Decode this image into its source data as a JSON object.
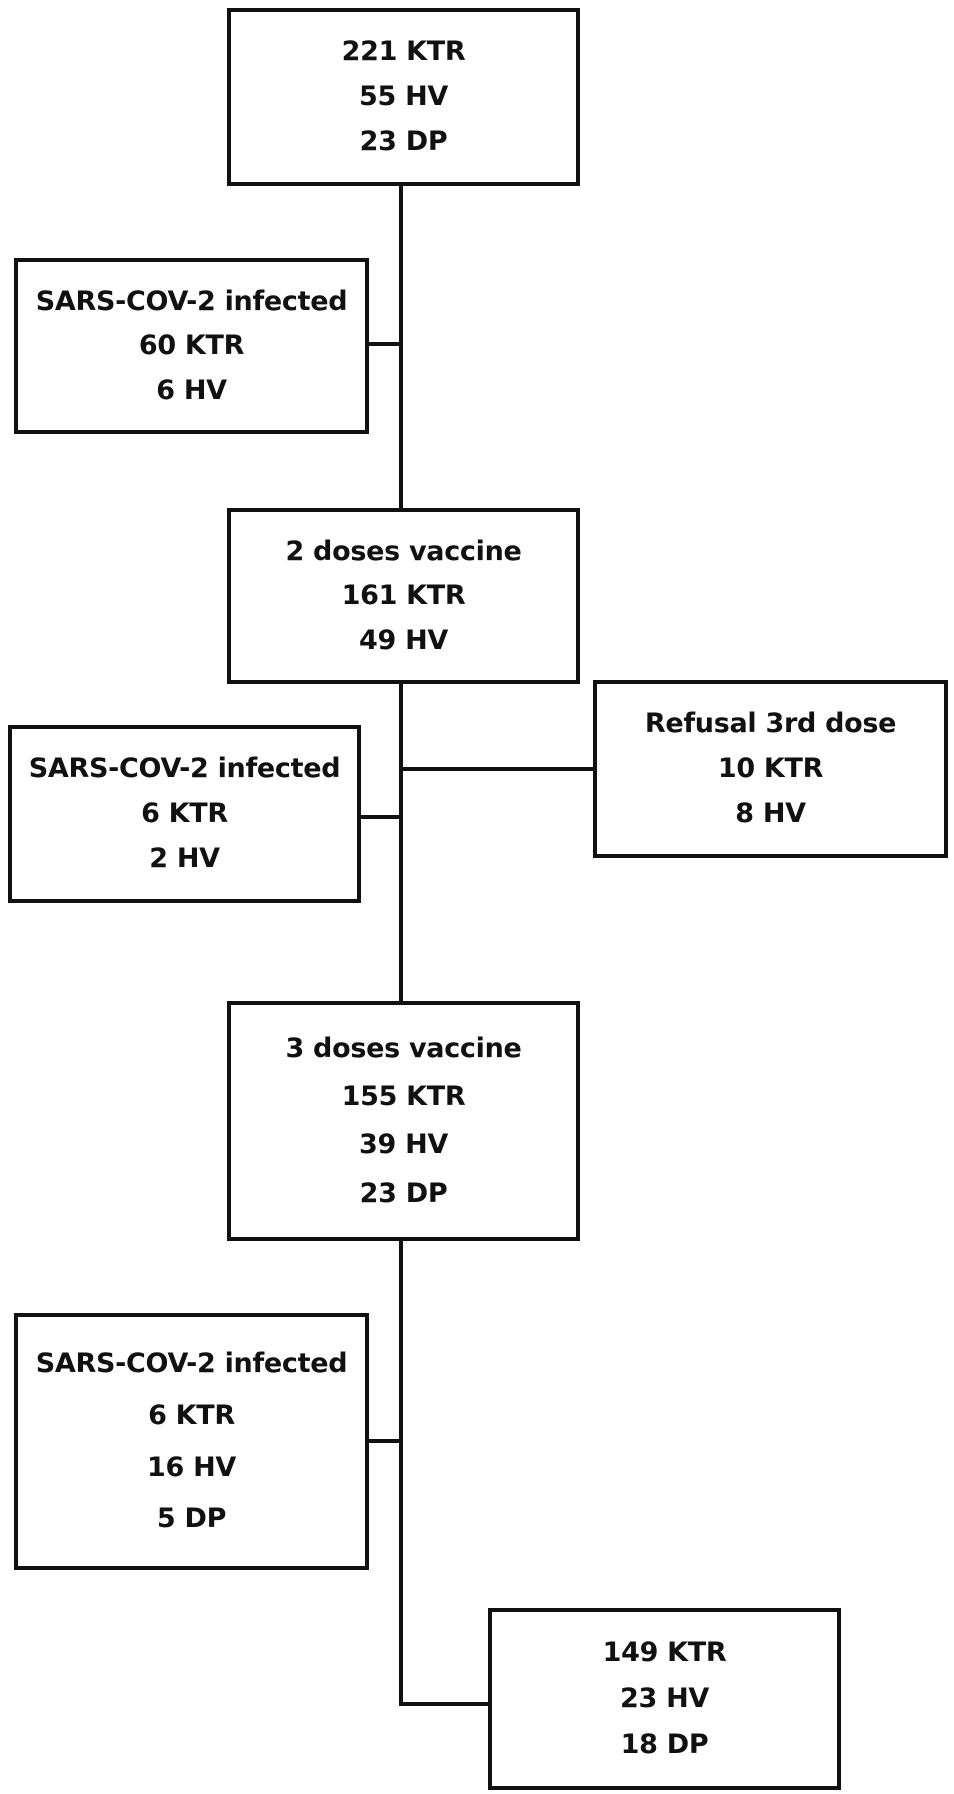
{
  "diagram": {
    "nodes": {
      "start": {
        "lines": [
          "221 KTR",
          "55 HV",
          "23 DP"
        ]
      },
      "infected_1": {
        "lines": [
          "SARS-COV-2 infected",
          "60 KTR",
          "6 HV"
        ]
      },
      "two_doses": {
        "lines": [
          "2 doses vaccine",
          "161 KTR",
          "49 HV"
        ]
      },
      "infected_2": {
        "lines": [
          "SARS-COV-2 infected",
          "6 KTR",
          "2 HV"
        ]
      },
      "refusal": {
        "lines": [
          "Refusal 3rd dose",
          "10 KTR",
          "8 HV"
        ]
      },
      "three_doses": {
        "lines": [
          "3 doses vaccine",
          "155 KTR",
          "39 HV",
          "23 DP"
        ]
      },
      "infected_3": {
        "lines": [
          "SARS-COV-2 infected",
          "6 KTR",
          "16 HV",
          "5 DP"
        ]
      },
      "final": {
        "lines": [
          "149 KTR",
          "23 HV",
          "18 DP"
        ]
      }
    }
  }
}
